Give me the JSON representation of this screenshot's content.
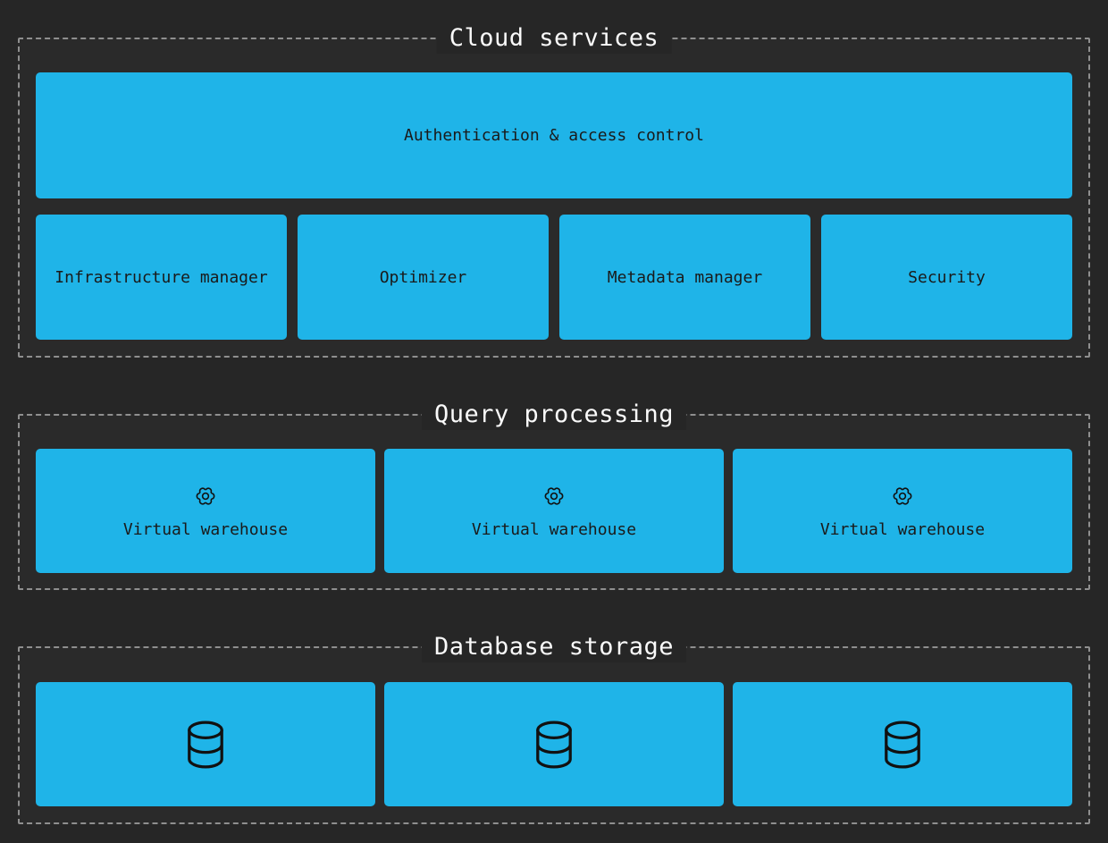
{
  "colors": {
    "page_background": "#262626",
    "panel_border": "#8f8f8f",
    "panel_title_text": "#fafafa",
    "box_fill": "#1fb4e8",
    "box_text": "#1a1a1a",
    "icon_stroke": "#111111"
  },
  "sections": [
    {
      "title": "Cloud services",
      "rows": [
        {
          "boxes": [
            {
              "label": "Authentication & access control"
            }
          ]
        },
        {
          "boxes": [
            {
              "label": "Infrastructure manager"
            },
            {
              "label": "Optimizer"
            },
            {
              "label": "Metadata manager"
            },
            {
              "label": "Security"
            }
          ]
        }
      ]
    },
    {
      "title": "Query processing",
      "boxes": [
        {
          "icon": "gear-icon",
          "label": "Virtual warehouse"
        },
        {
          "icon": "gear-icon",
          "label": "Virtual warehouse"
        },
        {
          "icon": "gear-icon",
          "label": "Virtual warehouse"
        }
      ]
    },
    {
      "title": "Database storage",
      "boxes": [
        {
          "icon": "database-icon"
        },
        {
          "icon": "database-icon"
        },
        {
          "icon": "database-icon"
        }
      ]
    }
  ]
}
